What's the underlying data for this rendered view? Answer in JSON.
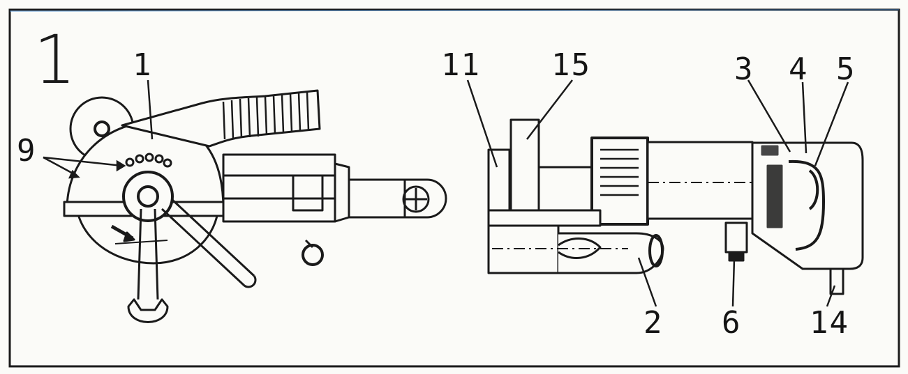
{
  "figure_number": "1",
  "callouts": [
    {
      "id": "c1",
      "text": "1"
    },
    {
      "id": "c9",
      "text": "9"
    },
    {
      "id": "c11",
      "text": "11"
    },
    {
      "id": "c15",
      "text": "15"
    },
    {
      "id": "c3",
      "text": "3"
    },
    {
      "id": "c4",
      "text": "4"
    },
    {
      "id": "c5",
      "text": "5"
    },
    {
      "id": "c2",
      "text": "2"
    },
    {
      "id": "c6",
      "text": "6"
    },
    {
      "id": "c14",
      "text": "14"
    }
  ],
  "colors": {
    "ink": "#1a1a1a",
    "paper": "#fbfbf8",
    "accent": "#3a7bd5"
  }
}
